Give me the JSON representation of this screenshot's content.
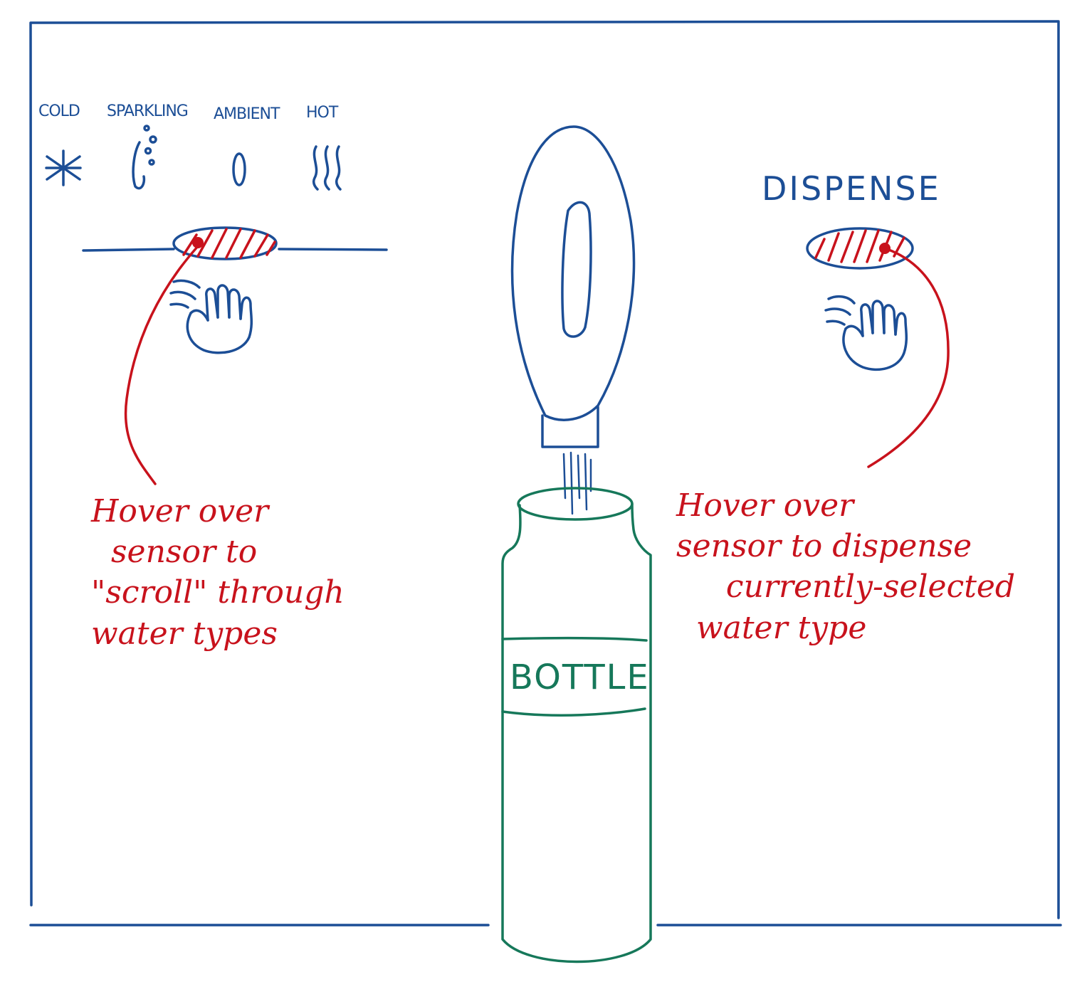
{
  "water_types": [
    {
      "label": "COLD",
      "icon": "snowflake-icon"
    },
    {
      "label": "SPARKLING",
      "icon": "bubbles-icon"
    },
    {
      "label": "AMBIENT",
      "icon": "water-drop-icon"
    },
    {
      "label": "HOT",
      "icon": "steam-icon"
    }
  ],
  "dispense_label": "DISPENSE",
  "bottle_label": "BOTTLE",
  "notes": {
    "scroll": "Hover over\n  sensor to\n\"scroll\" through\nwater types",
    "dispense": "Hover over\nsensor to dispense\n     currently-selected\n  water type"
  },
  "colors": {
    "ink_blue": "#1c4e96",
    "ink_red": "#c8121c",
    "ink_green": "#16785a"
  }
}
